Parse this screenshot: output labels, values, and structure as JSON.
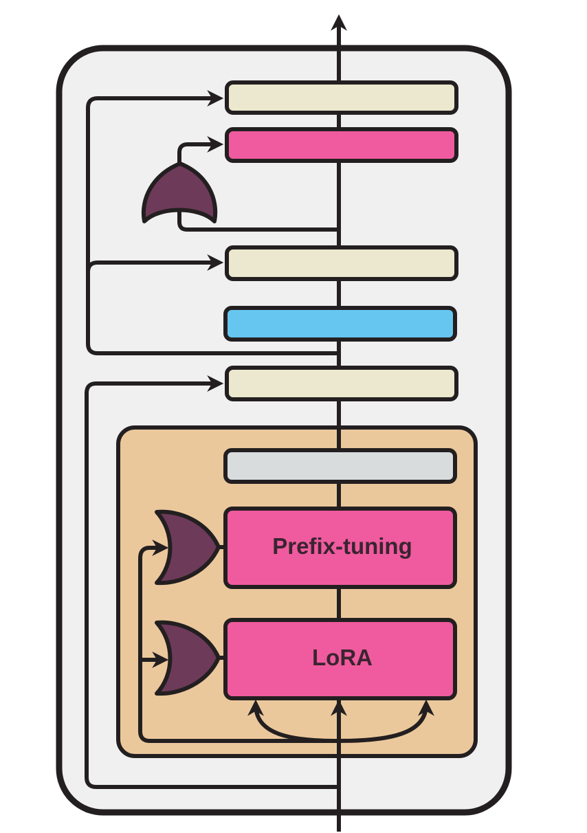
{
  "diagram": {
    "title": "UniPELT-style transformer layer with gated PELT modules",
    "modules": {
      "prefix_tuning": {
        "label": "Prefix-tuning"
      },
      "lora": {
        "label": "LoRA"
      }
    },
    "colors": {
      "outline": "#231f20",
      "outer_block": "#f0f0f0",
      "inner_block": "#ebc89c",
      "addnorm_box": "#ebe8cf",
      "adapter_box": "#ef5b9e",
      "gate_fill": "#6e3a59",
      "feedforward_box": "#66c6f0",
      "attention_box": "#d8dcdc",
      "pelt_box": "#ef5b9e"
    }
  }
}
